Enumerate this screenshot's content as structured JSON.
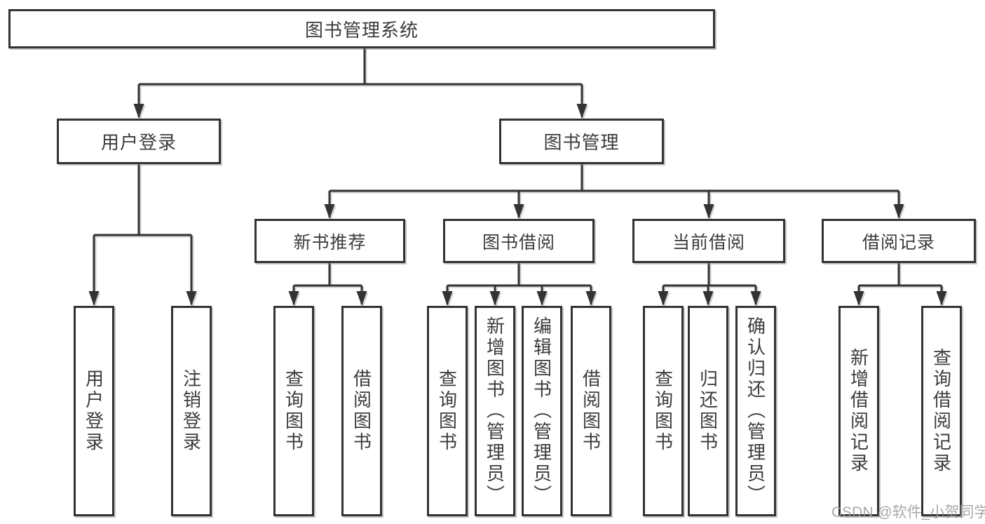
{
  "colors": {
    "line": "#333333",
    "box_border": "#333333",
    "box_background": "#ffffff",
    "text": "#3c3c3c",
    "watermark_text": "#9b9b9b"
  },
  "nodes": {
    "root": "图书管理系统",
    "branches": [
      {
        "label": "用户登录",
        "leaves": [
          "用户登录",
          "注销登录"
        ]
      },
      {
        "label": "图书管理",
        "groups": [
          {
            "label": "新书推荐",
            "leaves": [
              "查询图书",
              "借阅图书"
            ]
          },
          {
            "label": "图书借阅",
            "leaves": [
              "查询图书",
              "新增图书（管理员）",
              "编辑图书（管理员）",
              "借阅图书"
            ]
          },
          {
            "label": "当前借阅",
            "leaves": [
              "查询图书",
              "归还图书",
              "确认归还（管理员）"
            ]
          },
          {
            "label": "借阅记录",
            "leaves": [
              "新增借阅记录",
              "查询借阅记录"
            ]
          }
        ]
      }
    ]
  },
  "watermark": "CSDN @软件_小贺同学"
}
